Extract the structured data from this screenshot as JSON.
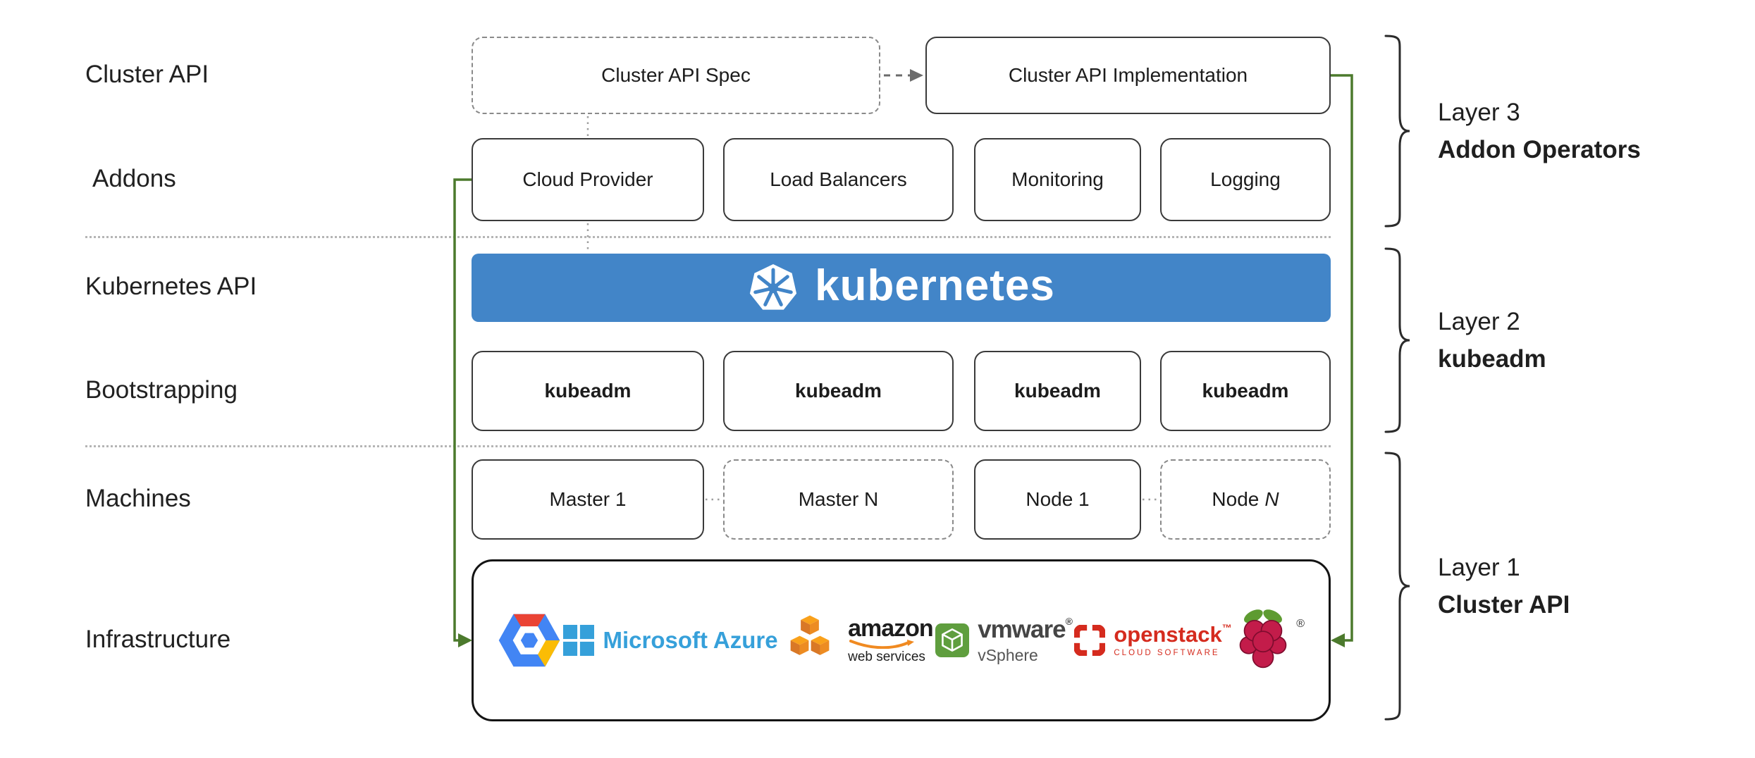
{
  "row_labels": {
    "cluster_api": "Cluster API",
    "addons": "Addons",
    "kubernetes_api": "Kubernetes API",
    "bootstrapping": "Bootstrapping",
    "machines": "Machines",
    "infrastructure": "Infrastructure"
  },
  "cluster_api_row": {
    "spec_label": "Cluster API Spec",
    "impl_label": "Cluster API Implementation"
  },
  "addons_row": {
    "items": [
      "Cloud Provider",
      "Load Balancers",
      "Monitoring",
      "Logging"
    ]
  },
  "kubernetes_bar": {
    "wordmark": "kubernetes"
  },
  "bootstrapping_row": {
    "items": [
      "kubeadm",
      "kubeadm",
      "kubeadm",
      "kubeadm"
    ]
  },
  "machines_row": {
    "master1": "Master 1",
    "masterN": "Master N",
    "node1": "Node 1",
    "nodeN_prefix": "Node",
    "nodeN_italic": "N"
  },
  "infrastructure_row": {
    "providers": [
      "Google Cloud Platform",
      "Microsoft Azure",
      "Amazon Web Services",
      "VMware vSphere",
      "OpenStack",
      "Raspberry Pi"
    ],
    "azure_text": "Microsoft Azure",
    "aws_text": "amazon",
    "aws_subtext": "web services",
    "vmware_text": "vmware",
    "vmware_reg": "®",
    "vmware_subtext": "vSphere",
    "openstack_text": "openstack",
    "openstack_tm": "™",
    "openstack_subtext": "CLOUD SOFTWARE",
    "raspberry_reg": "®"
  },
  "layer_labels": {
    "layer3_line1": "Layer 3",
    "layer3_line2": "Addon Operators",
    "layer2_line1": "Layer 2",
    "layer2_line2": "kubeadm",
    "layer1_line1": "Layer 1",
    "layer1_line2": "Cluster API"
  },
  "colors": {
    "kubernetes_blue": "#4285C8",
    "green_connector": "#4C7A2D",
    "box_border": "#3a3a3a",
    "dashed_border": "#8a8a8a",
    "azure_blue": "#36A0DA",
    "aws_orange": "#F08A21",
    "vmware_green": "#5F9E3E",
    "openstack_red": "#D52B1E",
    "raspberry_crimson": "#C31C4A",
    "leaf_green": "#5E9B31"
  }
}
